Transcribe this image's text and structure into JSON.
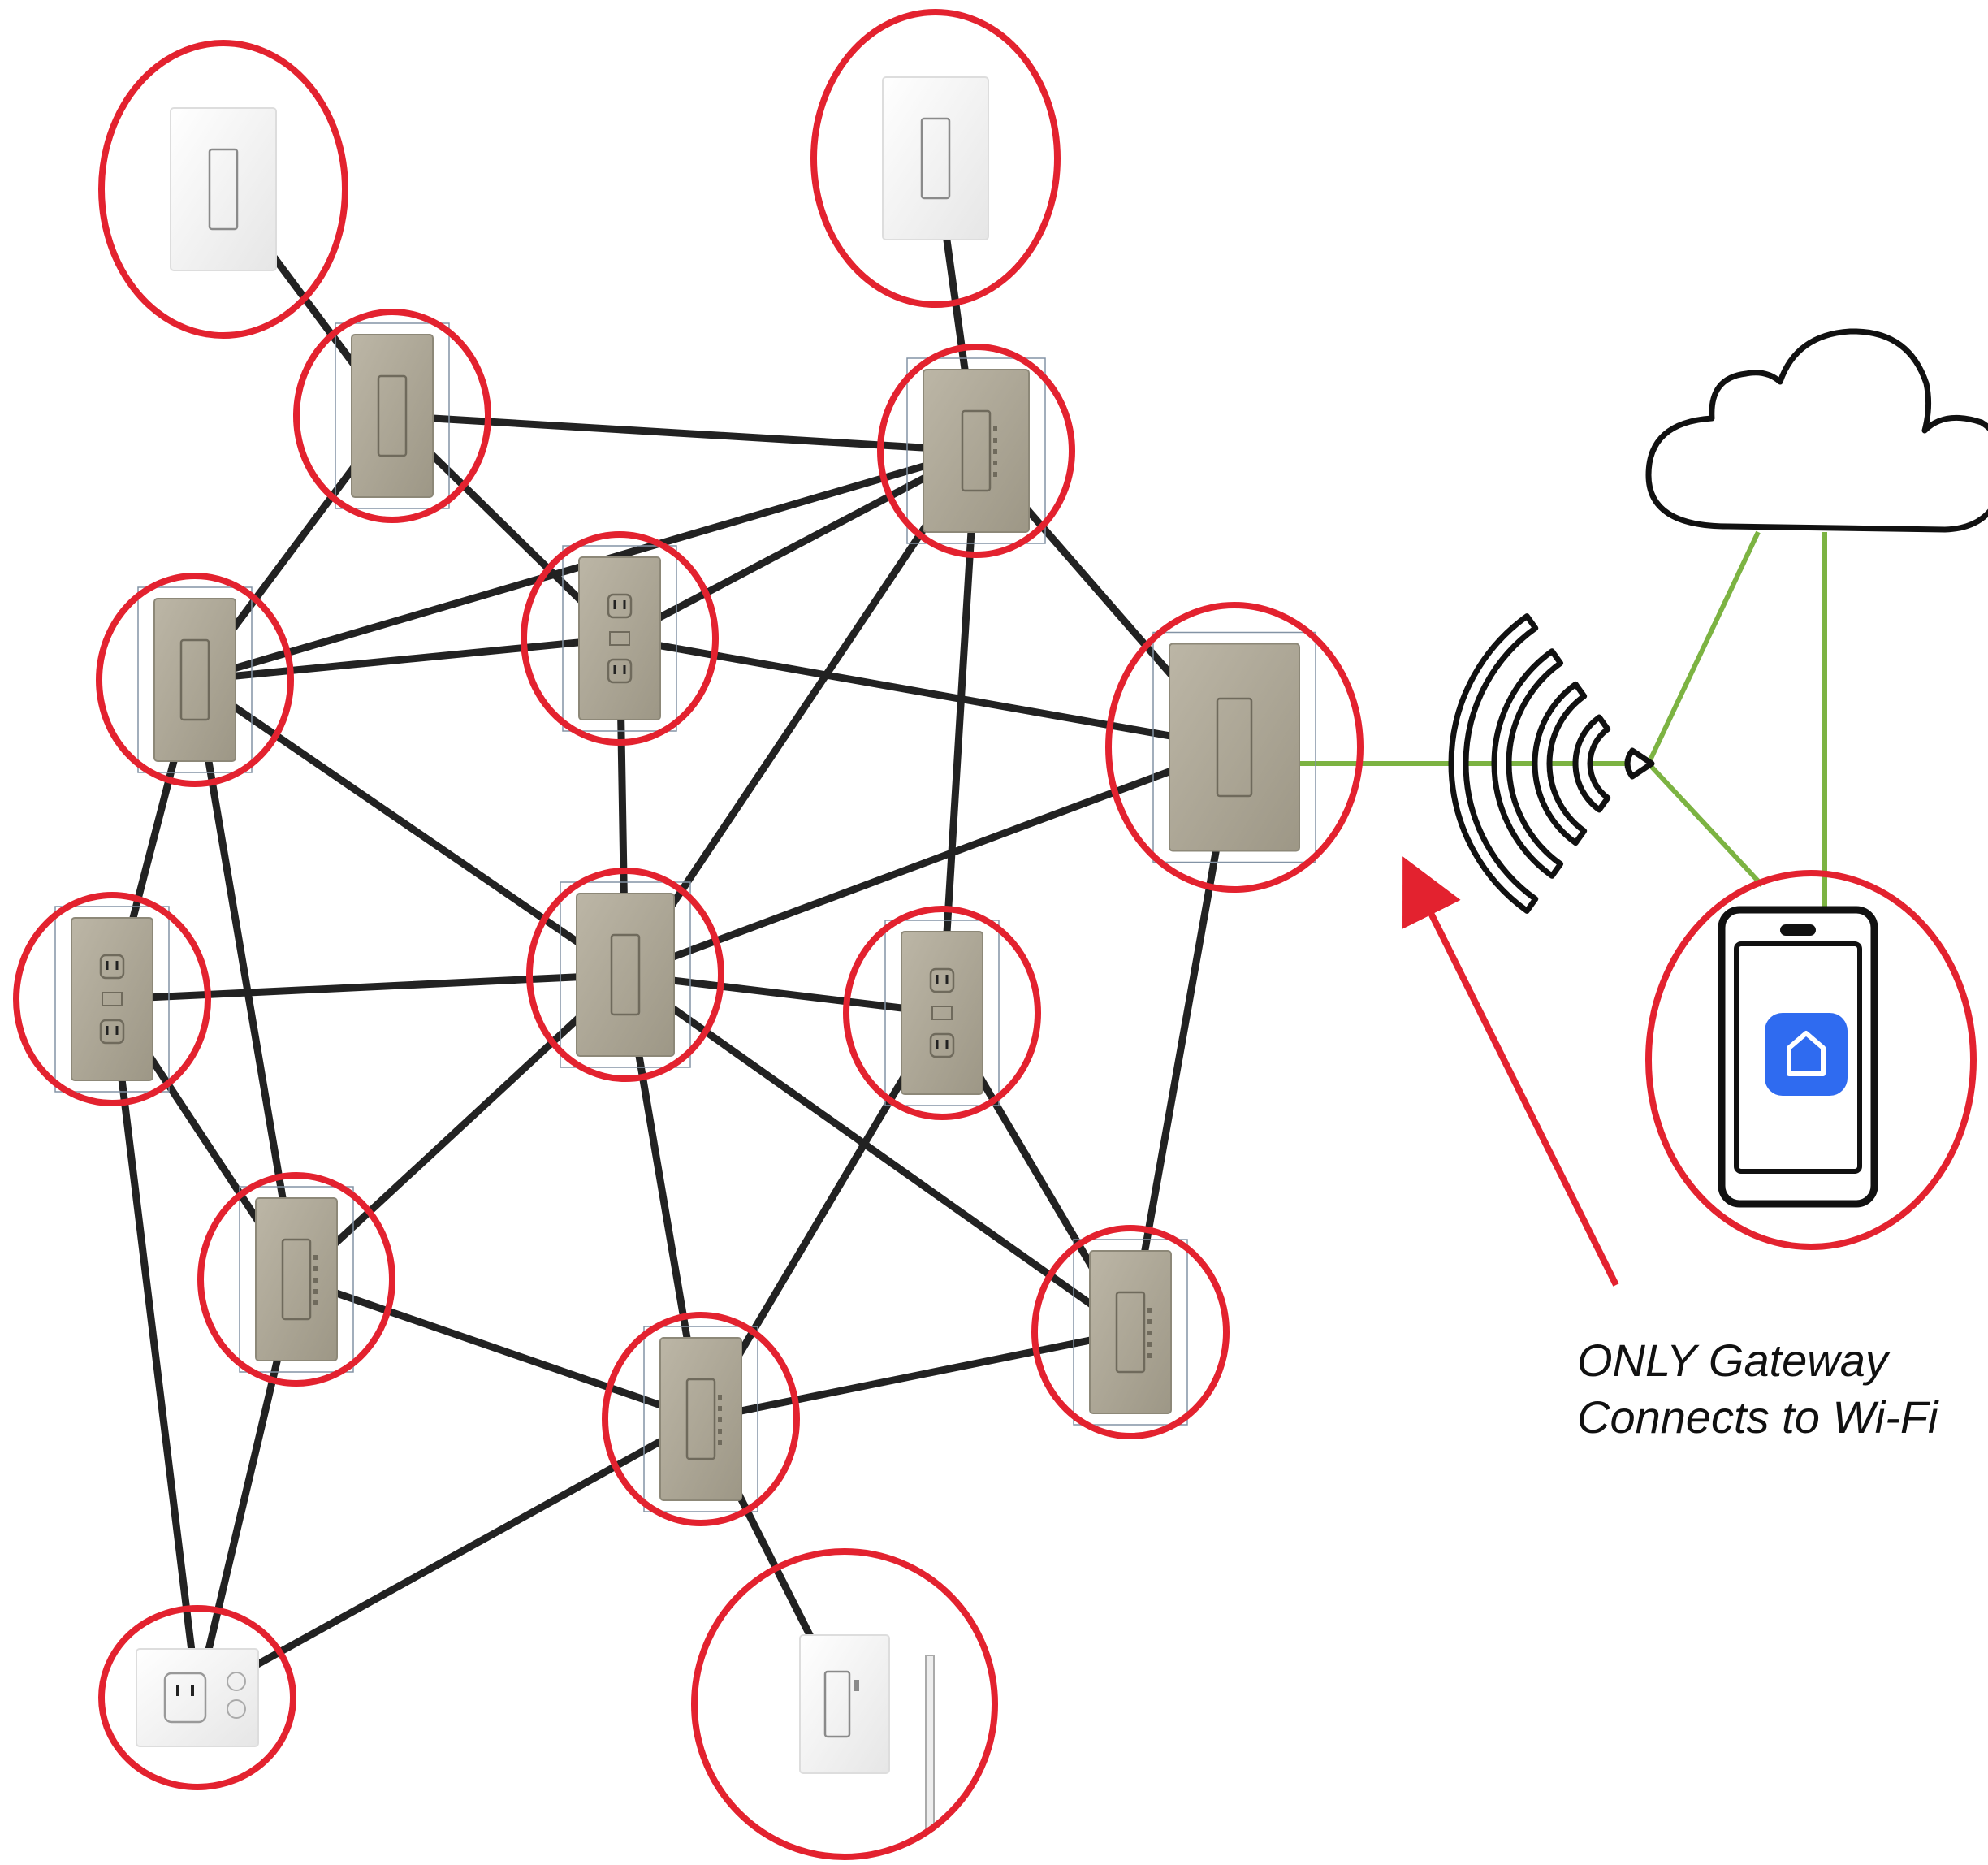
{
  "callout": {
    "line1": "ONLY Gateway",
    "line2": "Connects to Wi-Fi"
  },
  "colors": {
    "mesh_link": "#222222",
    "wifi_link": "#7cb342",
    "highlight_ring": "#e3222f",
    "annotation_arrow": "#e3222f",
    "device_face_nickel": "#a8a291",
    "device_face_white": "#f2f2f2",
    "app_icon": "#2f6bf0"
  },
  "icons": {
    "cloud": "cloud-icon",
    "wifi": "wifi-signal-icon",
    "phone": "smartphone-icon",
    "app": "home-app-icon"
  },
  "devices": [
    {
      "id": "d01",
      "kind": "switch",
      "finish": "white"
    },
    {
      "id": "d02",
      "kind": "switch",
      "finish": "white"
    },
    {
      "id": "d03",
      "kind": "switch",
      "finish": "nickel"
    },
    {
      "id": "d04",
      "kind": "dimmer",
      "finish": "nickel"
    },
    {
      "id": "d05",
      "kind": "switch",
      "finish": "nickel"
    },
    {
      "id": "d06",
      "kind": "outlet",
      "finish": "nickel"
    },
    {
      "id": "gw",
      "kind": "gateway",
      "finish": "nickel"
    },
    {
      "id": "d08",
      "kind": "outlet",
      "finish": "nickel"
    },
    {
      "id": "d09",
      "kind": "switch",
      "finish": "nickel"
    },
    {
      "id": "d10",
      "kind": "outlet",
      "finish": "nickel"
    },
    {
      "id": "d11",
      "kind": "dimmer",
      "finish": "nickel"
    },
    {
      "id": "d12",
      "kind": "dimmer",
      "finish": "nickel"
    },
    {
      "id": "d13",
      "kind": "dimmer",
      "finish": "nickel"
    },
    {
      "id": "d14",
      "kind": "plug",
      "finish": "white"
    },
    {
      "id": "d15",
      "kind": "remote",
      "finish": "white"
    }
  ],
  "links": [
    [
      "d01",
      "d03"
    ],
    [
      "d02",
      "d04"
    ],
    [
      "d03",
      "d04"
    ],
    [
      "d03",
      "d05"
    ],
    [
      "d03",
      "d06"
    ],
    [
      "d04",
      "d05"
    ],
    [
      "d04",
      "d06"
    ],
    [
      "d04",
      "gw"
    ],
    [
      "d04",
      "d09"
    ],
    [
      "d04",
      "d10"
    ],
    [
      "d05",
      "d06"
    ],
    [
      "d05",
      "d09"
    ],
    [
      "d05",
      "d08"
    ],
    [
      "d05",
      "d11"
    ],
    [
      "d06",
      "d09"
    ],
    [
      "d06",
      "gw"
    ],
    [
      "gw",
      "d09"
    ],
    [
      "gw",
      "d12"
    ],
    [
      "d08",
      "d09"
    ],
    [
      "d08",
      "d14"
    ],
    [
      "d09",
      "d10"
    ],
    [
      "d09",
      "d11"
    ],
    [
      "d09",
      "d13"
    ],
    [
      "d09",
      "d12"
    ],
    [
      "d10",
      "d12"
    ],
    [
      "d10",
      "d13"
    ],
    [
      "d11",
      "d13"
    ],
    [
      "d11",
      "d14"
    ],
    [
      "d11",
      "d08"
    ],
    [
      "d13",
      "d12"
    ],
    [
      "d13",
      "d14"
    ],
    [
      "d13",
      "d15"
    ]
  ],
  "wifi_links": [
    [
      "gw",
      "wifi"
    ],
    [
      "wifi",
      "cloud"
    ],
    [
      "wifi",
      "phone"
    ],
    [
      "cloud",
      "phone"
    ]
  ]
}
